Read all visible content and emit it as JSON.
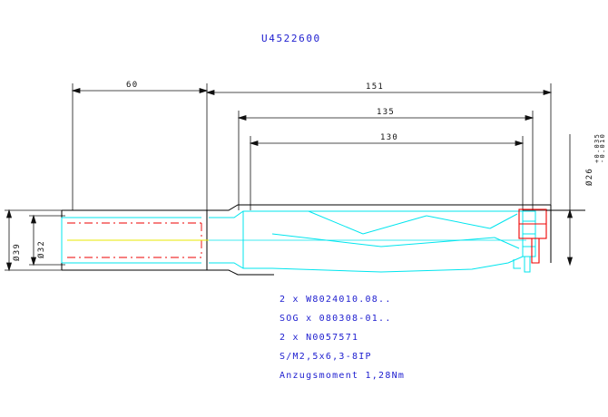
{
  "drawing": {
    "title": "U4522600",
    "title_color": "#2020d0",
    "line_color_cyan": "#00e5ee",
    "line_color_black": "#000000",
    "line_color_red": "#ee0000",
    "line_color_yellow": "#e8e800"
  },
  "dimensions": {
    "shank_length": "60",
    "overall_length": "151",
    "length_135": "135",
    "flute_length": "130",
    "dia_flange": "Ø39",
    "dia_shank": "Ø32",
    "dia_tool": "Ø26",
    "tol_upper": "+0.035",
    "tol_lower": "-0.010"
  },
  "notes": [
    "2 x W8024010.08..",
    "SOG x 080308-01..",
    "2 x N0057571",
    "S/M2,5x6,3-8IP",
    "Anzugsmoment 1,28Nm"
  ]
}
